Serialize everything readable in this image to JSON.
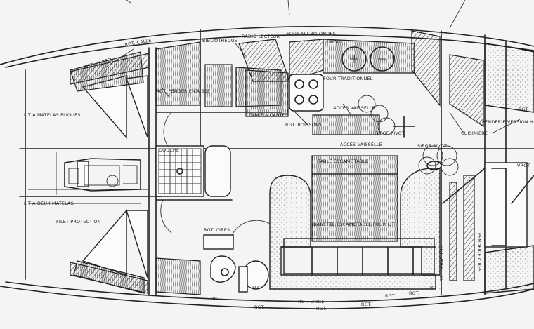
{
  "labels": {
    "rgt_cartes": "RGT. CARTES",
    "rgt_calle": "RGT. CALLE",
    "bibliotheque": "BIBLIOTHEQUE",
    "radio_lecteur": "RADIO LECTEUR",
    "four_micro_ondes": "FOUR MICRO-ONDES",
    "frigo": "FRIGO",
    "rgt_penderie_caisse": "RGT. PENDERIE CAISSE",
    "lit_a_matelas_pliques": "LIT A MATELAS PLIQUES",
    "four_traditionnel": "FOUR TRADITIONNEL",
    "table_a_cartes": "TABLE A CARTES",
    "acces_vaisselle_1": "ACCES VAISSELLE",
    "rgt_boissons": "RGT. BOISSONS",
    "siege_pivot_1": "SIEGE PIVOT",
    "acces_vaisselle_2": "ACCES VAISSELLE",
    "siege_pivot_2": "SIEGE PIVOT",
    "douche": "DOUCHE",
    "table_escamotable": "TABLE ESCAMOTABLE",
    "banette_escamotable": "BANETTE ESCAMOTABLE POUR LIT",
    "lit_a_deux_matelas": "LIT A DEUX MATELAS",
    "filet_protection": "FILET PROTECTION",
    "rgt_cires": "RGT. CIRES",
    "rgt_right": "RGT.",
    "penderie_right": "PENDERIE VERSION HAUTE SECRETAIRE VERSION BASSE",
    "cuisiniere": "CUISINIERE",
    "rgt_vaisselle": "RGT VAISSELLE",
    "rgt_linge": "RGT. LINGE",
    "penderie_cires": "PENDERIE CIRES",
    "wc": "W.C.",
    "rgt_bottom_1": "RGT.",
    "rgt_bottom_2": "RGT.",
    "rgt_bottom_3": "RGT.",
    "rgt_bottom_4": "RGT.",
    "rgt_bottom_5": "RGT.",
    "rgt_bottom_6": "RGT.",
    "rgt_bottom_7": "RGT.",
    "vrgt_edge": "VRGT"
  },
  "style": {
    "paper": "#f4f4f2",
    "ink": "#222222"
  }
}
